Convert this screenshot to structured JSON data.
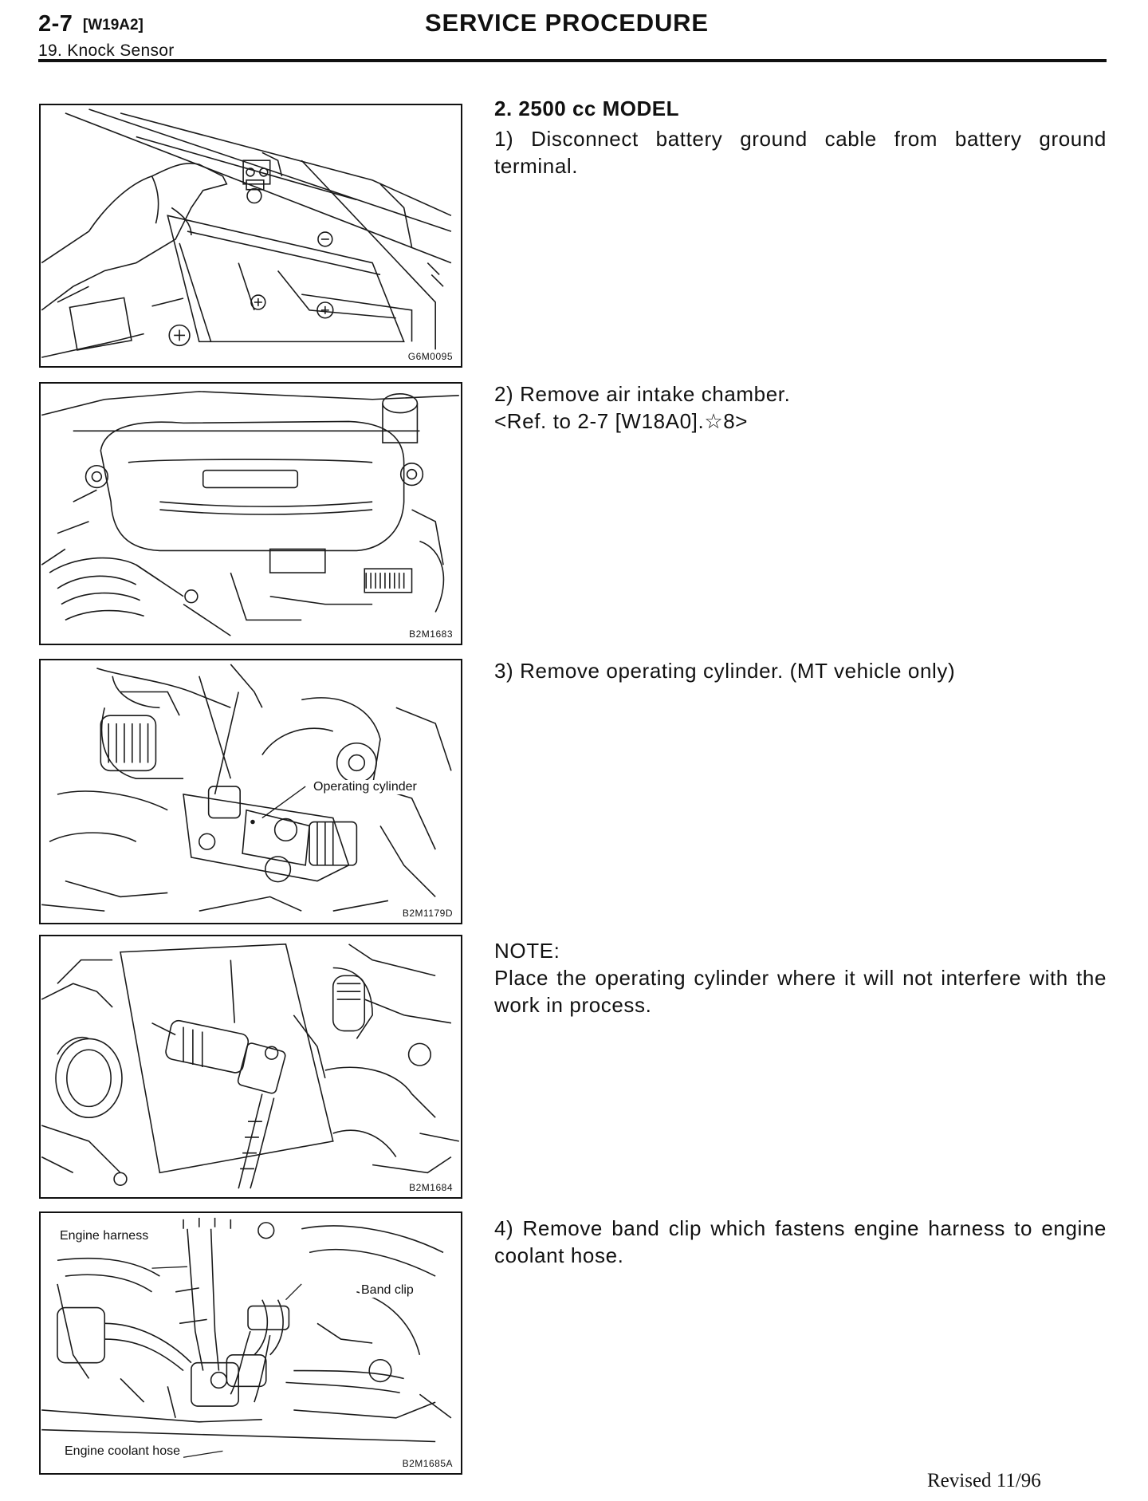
{
  "header": {
    "page_number": "2-7",
    "page_code": "[W19A2]",
    "section": "19. Knock Sensor",
    "title": "SERVICE PROCEDURE"
  },
  "model_heading": "2.  2500 cc MODEL",
  "steps": [
    {
      "text": "1)  Disconnect battery ground cable from battery ground terminal."
    },
    {
      "text": "2)  Remove air intake chamber.",
      "reference": "<Ref. to 2-7 [W18A0].☆8>"
    },
    {
      "text": "3)  Remove operating cylinder. (MT vehicle only)"
    },
    {
      "note_label": "NOTE:",
      "note_text": "Place the operating cylinder where it will not interfere with the work in process."
    },
    {
      "text": "4)  Remove band clip which fastens engine harness to engine coolant hose."
    }
  ],
  "figures": [
    {
      "code": "G6M0095"
    },
    {
      "code": "B2M1683"
    },
    {
      "code": "B2M1179D",
      "callout": "Operating cylinder"
    },
    {
      "code": "B2M1684"
    },
    {
      "code": "B2M1685A",
      "callouts": [
        "Engine harness",
        "Band clip",
        "Engine coolant hose"
      ]
    }
  ],
  "footer": "Revised 11/96"
}
